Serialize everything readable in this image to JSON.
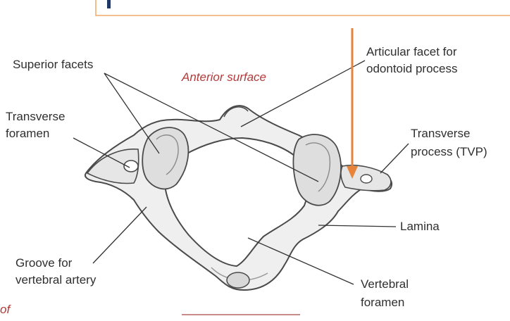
{
  "labels": {
    "superior_facets": "Superior facets",
    "anterior_surface": "Anterior surface",
    "articular_facet_line1": "Articular facet for",
    "articular_facet_line2": "odontoid process",
    "transverse_foramen_line1": "Transverse",
    "transverse_foramen_line2": "foramen",
    "transverse_process_line1": "Transverse",
    "transverse_process_line2": "process (TVP)",
    "lamina": "Lamina",
    "groove_line1": "Groove for",
    "groove_line2": "vertebral artery",
    "vertebral_foramen_line1": "Vertebral",
    "vertebral_foramen_line2": "foramen",
    "cut_off_text": "of"
  },
  "colors": {
    "bone_outline": "#4a4a4a",
    "bone_fill": "#efefef",
    "bone_shade": "#cfcfcf",
    "leader_line": "#333333",
    "accent_arrow": "#e8843a",
    "frame_border": "#f0a86a",
    "frame_bar": "#1f3864",
    "red_text": "#b33a3a"
  }
}
